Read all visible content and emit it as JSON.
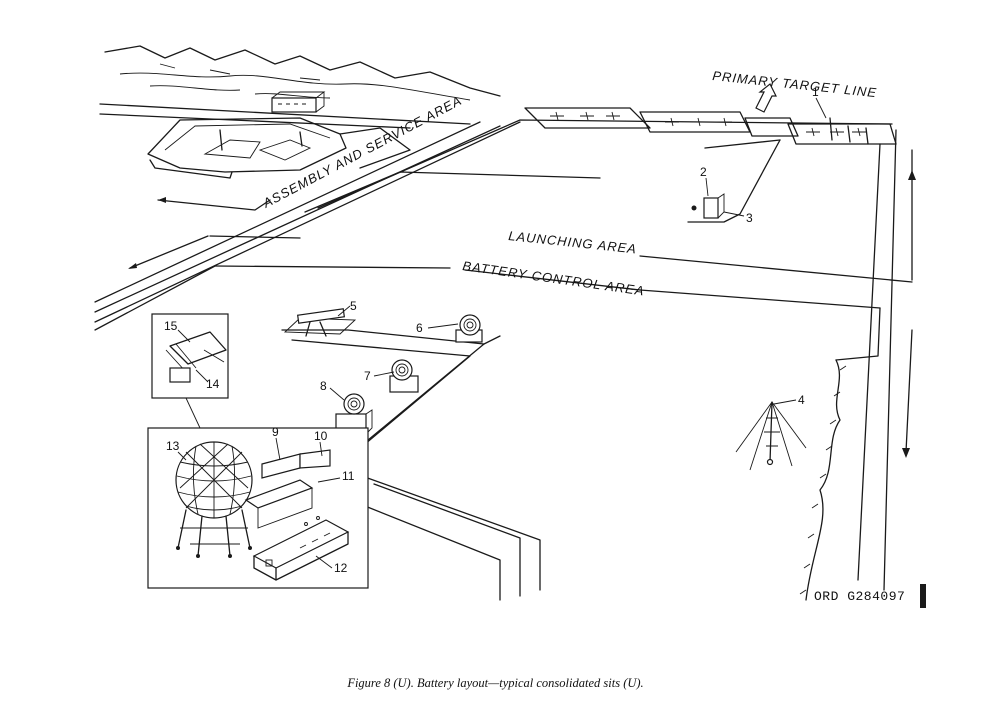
{
  "labels": {
    "primary_target_line": "PRIMARY TARGET LINE",
    "assembly_area": "ASSEMBLY AND SERVICE AREA",
    "launching_area": "LAUNCHING AREA",
    "battery_control_area": "BATTERY CONTROL AREA",
    "document_code": "ORD G284097"
  },
  "callouts": {
    "c1": "1",
    "c2": "2",
    "c3": "3",
    "c4": "4",
    "c5": "5",
    "c6": "6",
    "c7": "7",
    "c8": "8",
    "c9": "9",
    "c10": "10",
    "c11": "11",
    "c12": "12",
    "c13": "13",
    "c14": "14",
    "c15": "15"
  },
  "caption": "Figure 8 (U).  Battery layout—typical consolidated sits (U)."
}
